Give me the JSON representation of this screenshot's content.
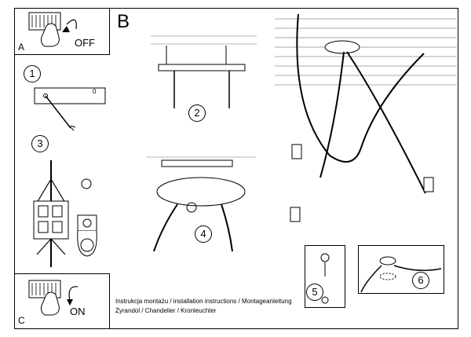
{
  "panel_a": {
    "letter": "A",
    "action": "OFF"
  },
  "panel_b": {
    "letter": "B"
  },
  "panel_c": {
    "letter": "C",
    "action": "ON"
  },
  "steps": [
    "1",
    "2",
    "3",
    "4",
    "5",
    "6"
  ],
  "plate_mark": "0",
  "caption": {
    "line1": "Instrukcja montażu / installation instructions / Montageanleitung",
    "line2": "Żyrandol / Chandelier / Kronleuchter"
  }
}
